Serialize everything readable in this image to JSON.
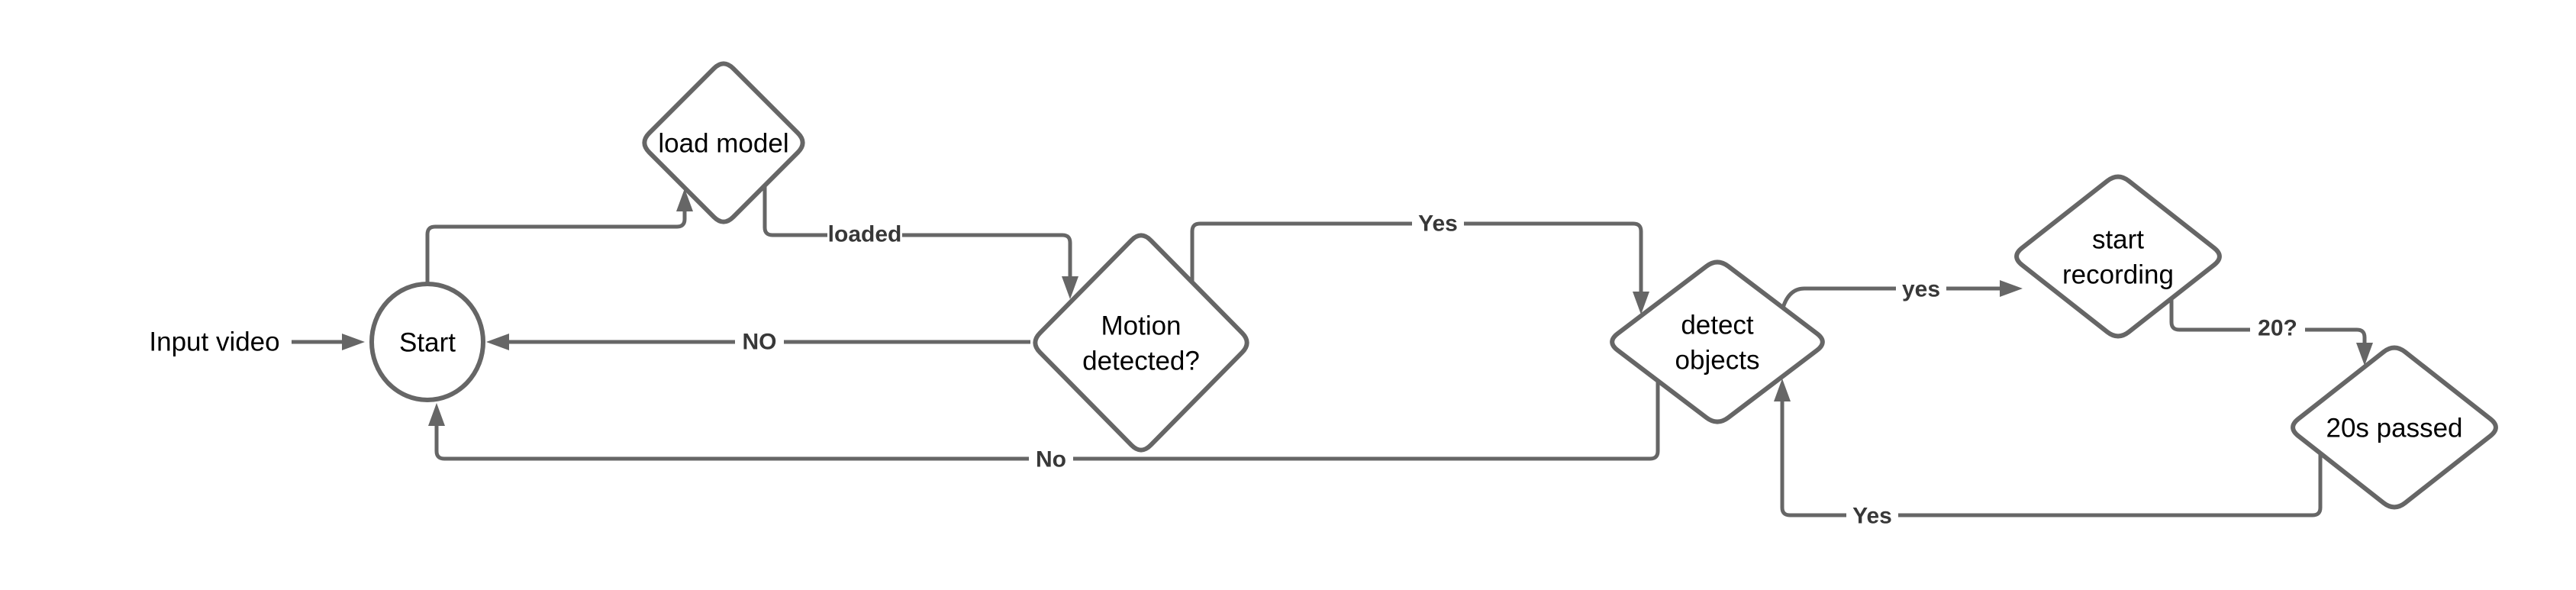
{
  "diagram": {
    "colors": {
      "background": "#ffffff",
      "stroke": "#666666",
      "edge_label": "#383838",
      "node_text": "#000000"
    },
    "free_text": {
      "input_video": "Input video"
    },
    "nodes": {
      "start": {
        "label": "Start"
      },
      "load_model": {
        "label": "load model"
      },
      "motion_detected": {
        "line1": "Motion",
        "line2": "detected?"
      },
      "detect_objects": {
        "line1": "detect",
        "line2": "objects"
      },
      "start_recording": {
        "line1": "start",
        "line2": "recording"
      },
      "s20_passed": {
        "label": "20s passed"
      }
    },
    "edge_labels": {
      "loaded": "loaded",
      "no_upper": "NO",
      "yes_top": "Yes",
      "no_lower": "No",
      "yes_mid": "yes",
      "q20": "20?",
      "yes_bottom": "Yes"
    }
  }
}
